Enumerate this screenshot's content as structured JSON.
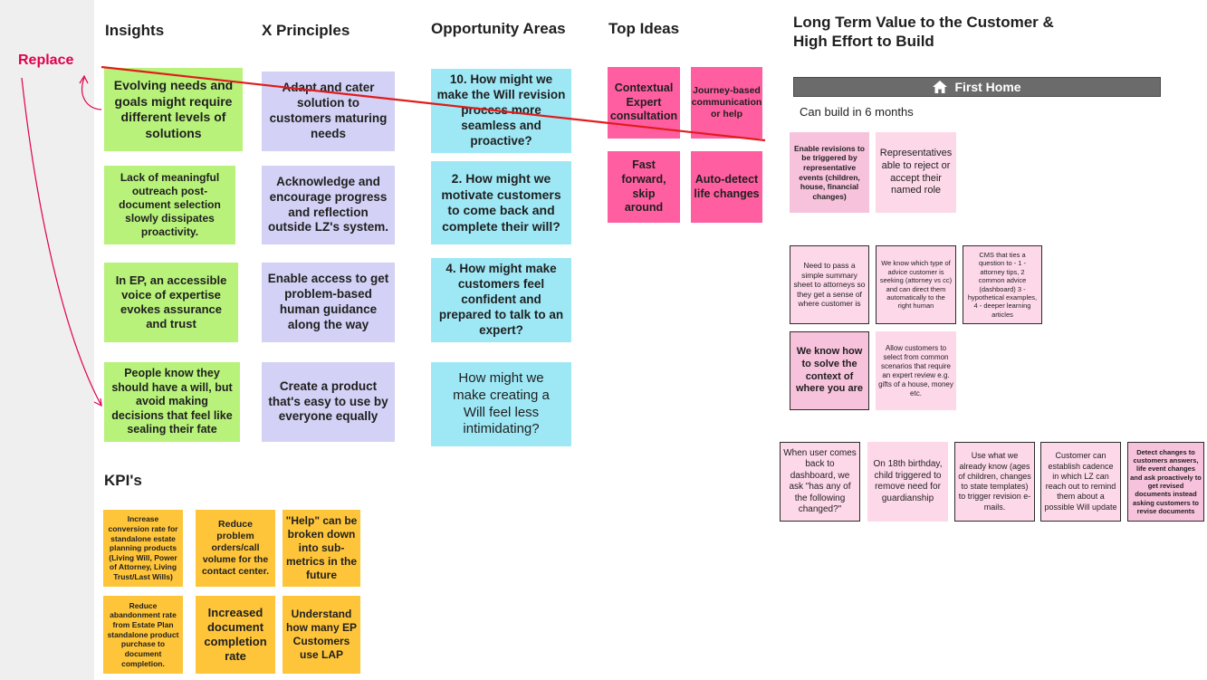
{
  "annotation": {
    "replace_label": "Replace"
  },
  "columns": {
    "insights": {
      "heading": "Insights",
      "notes": [
        "Evolving needs and goals might require different levels of solutions",
        "Lack of meaningful outreach post-document selection slowly dissipates proactivity.",
        "In EP, an accessible voice of expertise evokes assurance and trust",
        "People know they should have a will, but avoid making decisions that feel like sealing their fate"
      ]
    },
    "principles": {
      "heading": "X Principles",
      "notes": [
        "Adapt and cater solution to customers maturing needs",
        "Acknowledge and encourage progress and reflection outside LZ's system.",
        "Enable access to get problem-based human guidance along the way",
        "Create a product that's easy to use by everyone equally"
      ]
    },
    "opportunities": {
      "heading": "Opportunity Areas",
      "notes": [
        "10. How might we make the Will revision process more seamless and proactive?",
        "2. How might we motivate customers to come back and complete their will?",
        "4. How might make customers feel confident and prepared to talk to an expert?",
        "How might we make creating a Will feel less intimidating?"
      ]
    },
    "top_ideas": {
      "heading": "Top Ideas",
      "notes": [
        "Contextual Expert consultation",
        "Journey-based communication or help",
        "Fast forward, skip around",
        "Auto-detect life changes"
      ]
    }
  },
  "kpis": {
    "heading": "KPI's",
    "notes": [
      "Increase conversion rate for standalone estate planning products (Living Will, Power of Attorney, Living Trust/Last Wills)",
      "Reduce problem orders/call volume for the contact center.",
      "\"Help\" can be broken down into sub-metrics in the future",
      "Reduce abandonment rate from Estate Plan standalone product purchase to document completion.",
      "Increased document completion rate",
      "Understand how many EP Customers use LAP"
    ]
  },
  "long_term": {
    "heading_line1": "Long Term Value to the Customer &",
    "heading_line2": "High Effort to Build",
    "banner_label": "First Home",
    "banner_icon": "home-icon",
    "build_time": "Can build in 6 months",
    "group1": [
      "Enable revisions to be triggered by representative events (children, house, financial changes)",
      "Representatives able to reject or accept their named role"
    ],
    "group2": [
      "Need to pass a simple summary sheet to attorneys so they get a sense of where customer is",
      "We know which type of advice customer is seeking (attorney vs cc) and can direct them automatically to the right human",
      "CMS that ties a question to - 1 - attorney tips, 2 common advice (dashboard) 3 - hypothetical examples, 4 - deeper learning articles",
      "We know how to solve the context of where you are",
      "Allow customers to select from common scenarios that require an expert review e.g. gifts of a house, money etc."
    ],
    "group3": [
      "When user comes back to dashboard, we ask \"has any of the following changed?\"",
      "On 18th birthday, child triggered to remove need for guardianship",
      "Use what we already know (ages of children, changes to state templates) to trigger revision e-mails.",
      "Customer can establish cadence in which LZ can reach out to remind them about a possible Will update",
      "Detect changes to customers answers, life event changes and ask proactively to get revised documents instead asking customers to revise documents"
    ]
  },
  "colors": {
    "insight_green": "#b8f27a",
    "principle_lavender": "#d3d1f5",
    "opportunity_cyan": "#9ee8f6",
    "idea_pink": "#ff5ea0",
    "kpi_amber": "#ffc53a",
    "light_pink": "#fdd8e8",
    "annotation_red": "#e0004d"
  }
}
